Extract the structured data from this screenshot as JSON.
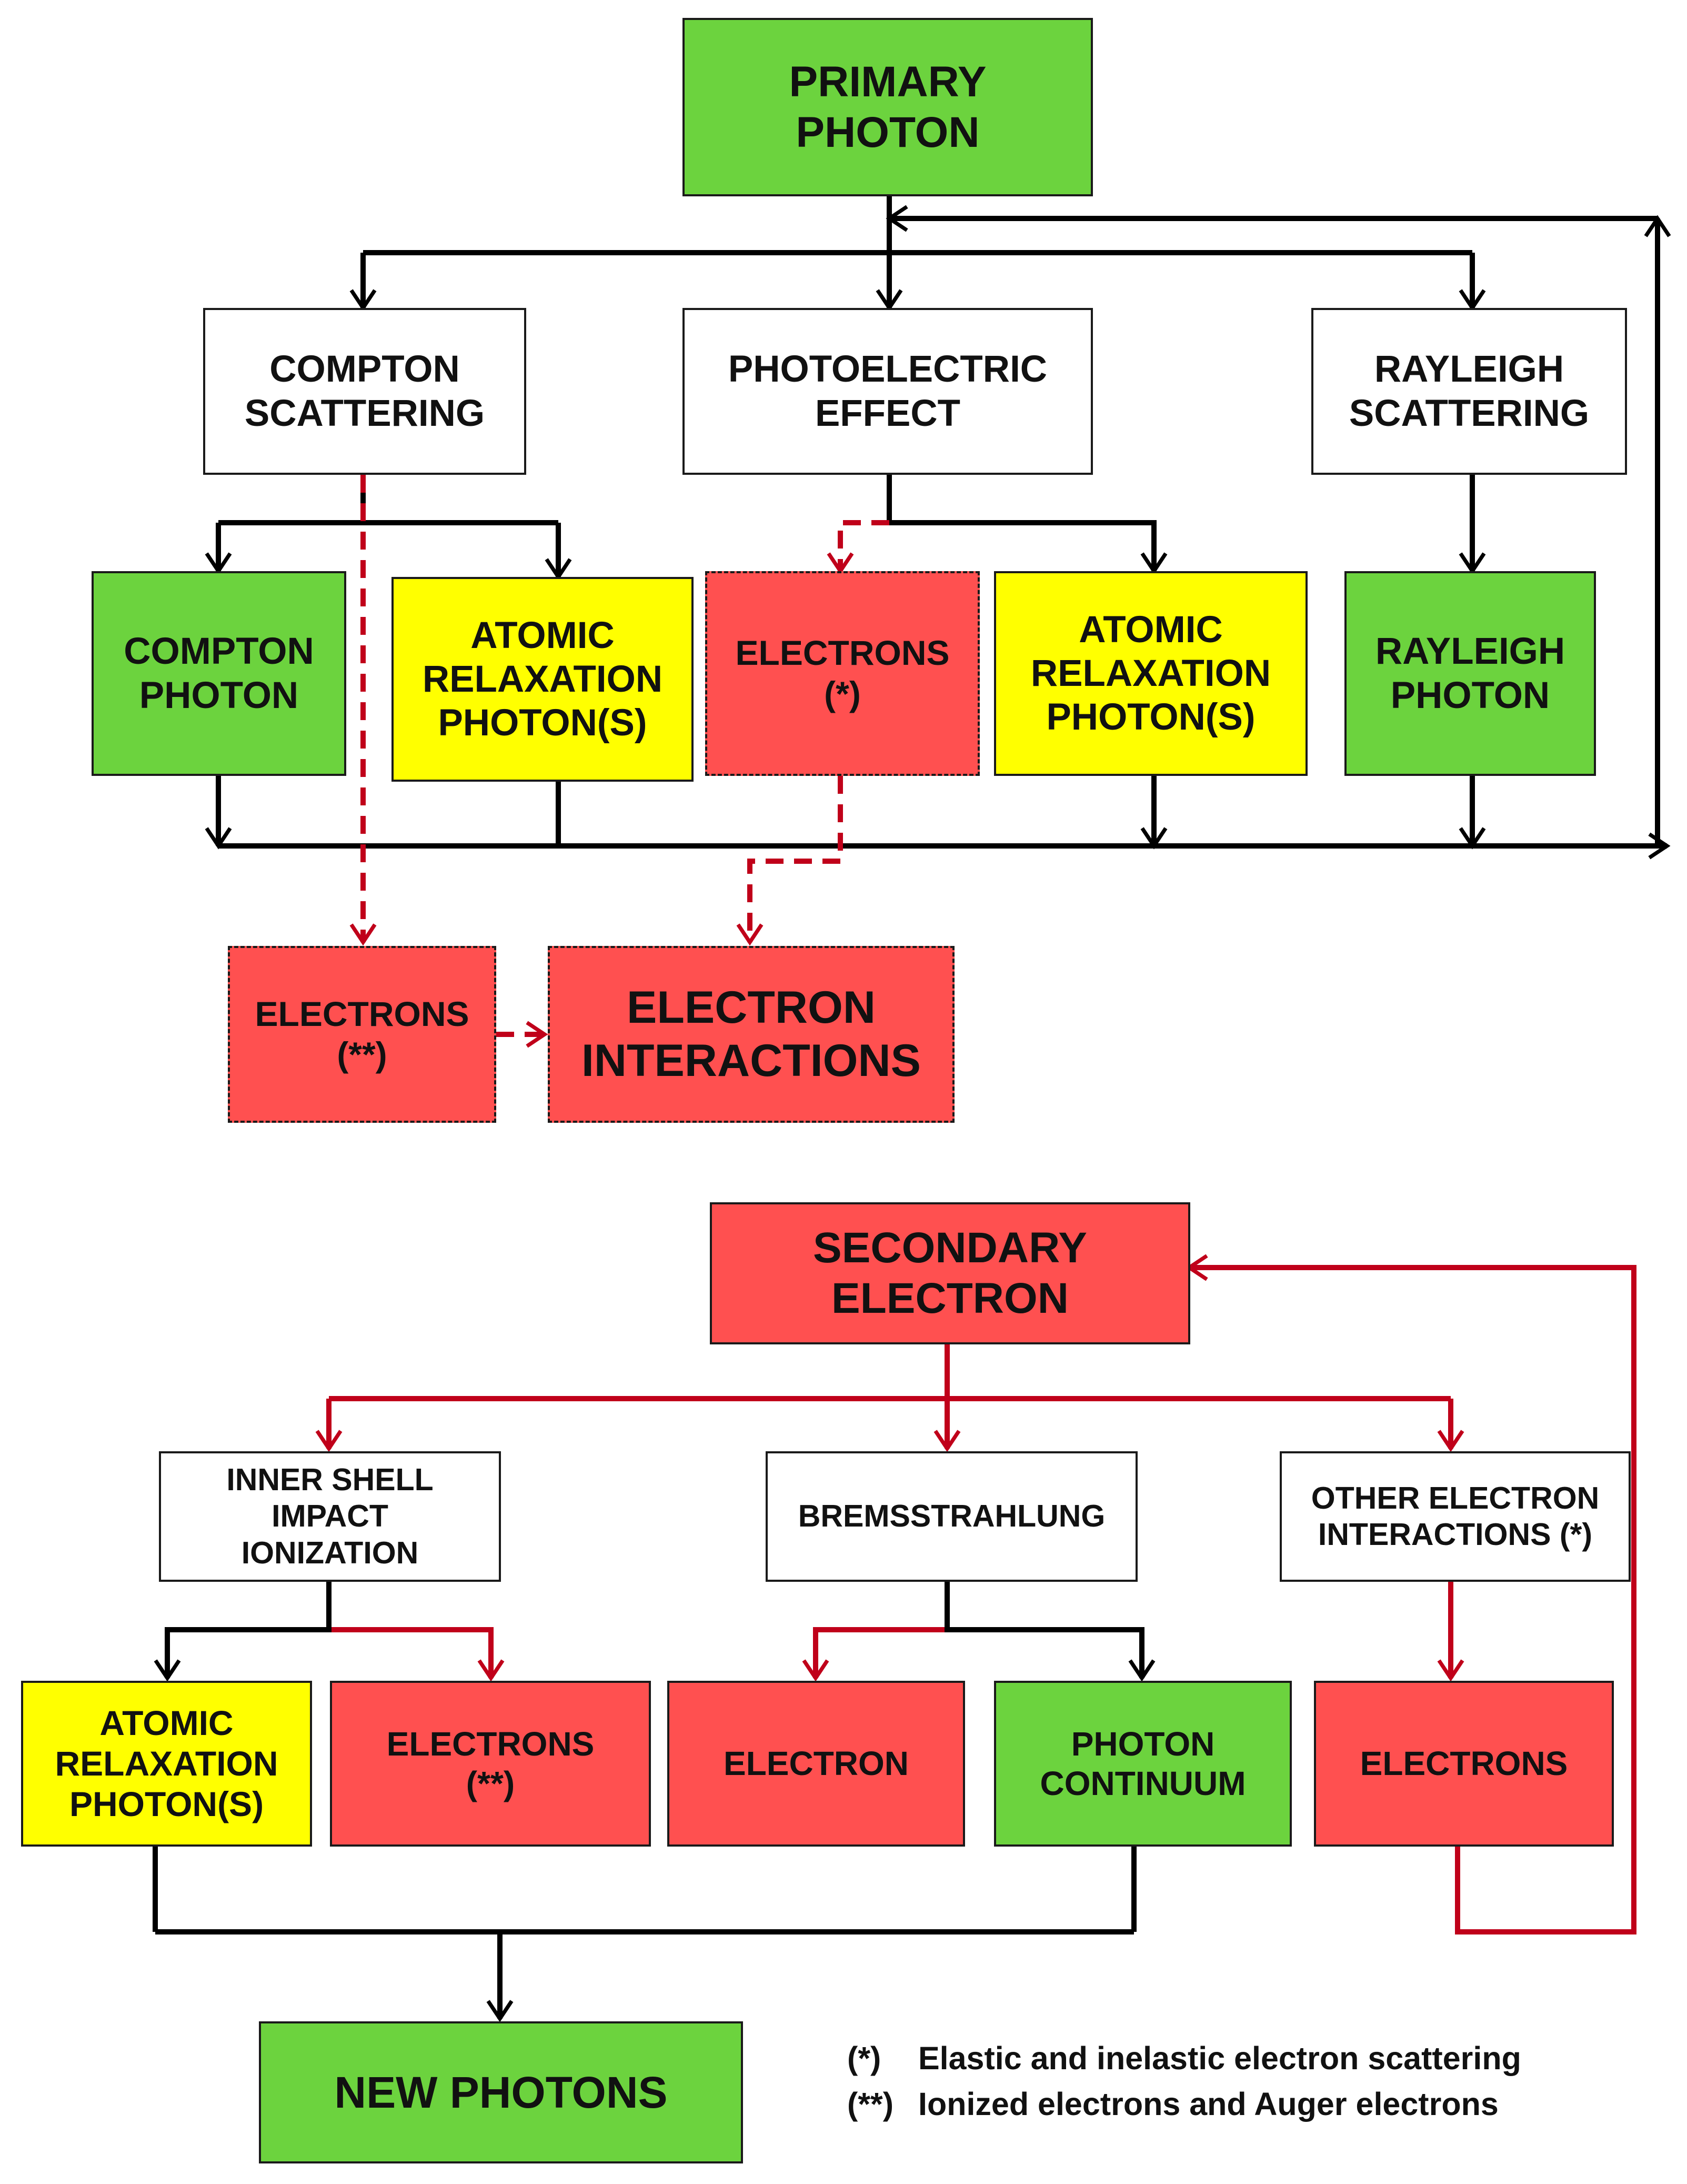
{
  "colors": {
    "photon_green": "#6cd33e",
    "relaxation_yellow": "#ffff00",
    "electron_red": "#ff5050",
    "process_white": "#ffffff",
    "photon_arrow": "#000000",
    "electron_arrow": "#c0001a"
  },
  "photon_section": {
    "primary_photon": [
      "PRIMARY",
      "PHOTON"
    ],
    "compton_scattering": [
      "COMPTON",
      "SCATTERING"
    ],
    "photoelectric_effect": [
      "PHOTOELECTRIC",
      "EFFECT"
    ],
    "rayleigh_scattering": [
      "RAYLEIGH",
      "SCATTERING"
    ],
    "compton_photon": [
      "COMPTON",
      "PHOTON"
    ],
    "atomic_relaxation_compton": [
      "ATOMIC",
      "RELAXATION",
      "PHOTON(S)"
    ],
    "electrons_photoelectric": [
      "ELECTRONS",
      "(*)"
    ],
    "atomic_relaxation_photoelectric": [
      "ATOMIC",
      "RELAXATION",
      "PHOTON(S)"
    ],
    "rayleigh_photon": [
      "RAYLEIGH",
      "PHOTON"
    ],
    "electrons_compton": [
      "ELECTRONS",
      "(**)"
    ],
    "electron_interactions": [
      "ELECTRON",
      "INTERACTIONS"
    ]
  },
  "electron_section": {
    "secondary_electron": [
      "SECONDARY",
      "ELECTRON"
    ],
    "inner_shell": [
      "INNER SHELL",
      "IMPACT",
      "IONIZATION"
    ],
    "bremsstrahlung": [
      "BREMSSTRAHLUNG"
    ],
    "other_interactions": [
      "OTHER ELECTRON",
      "INTERACTIONS (*)"
    ],
    "atomic_relaxation": [
      "ATOMIC",
      "RELAXATION",
      "PHOTON(S)"
    ],
    "electrons_inner": [
      "ELECTRONS",
      "(**)"
    ],
    "electron_brems": [
      "ELECTRON"
    ],
    "photon_continuum": [
      "PHOTON",
      "CONTINUUM"
    ],
    "electrons_other": [
      "ELECTRONS"
    ],
    "new_photons": [
      "NEW PHOTONS"
    ]
  },
  "legend": [
    {
      "mark": "(*)",
      "text": "Elastic and inelastic electron scattering"
    },
    {
      "mark": "(**)",
      "text": "Ionized electrons and Auger electrons"
    }
  ]
}
